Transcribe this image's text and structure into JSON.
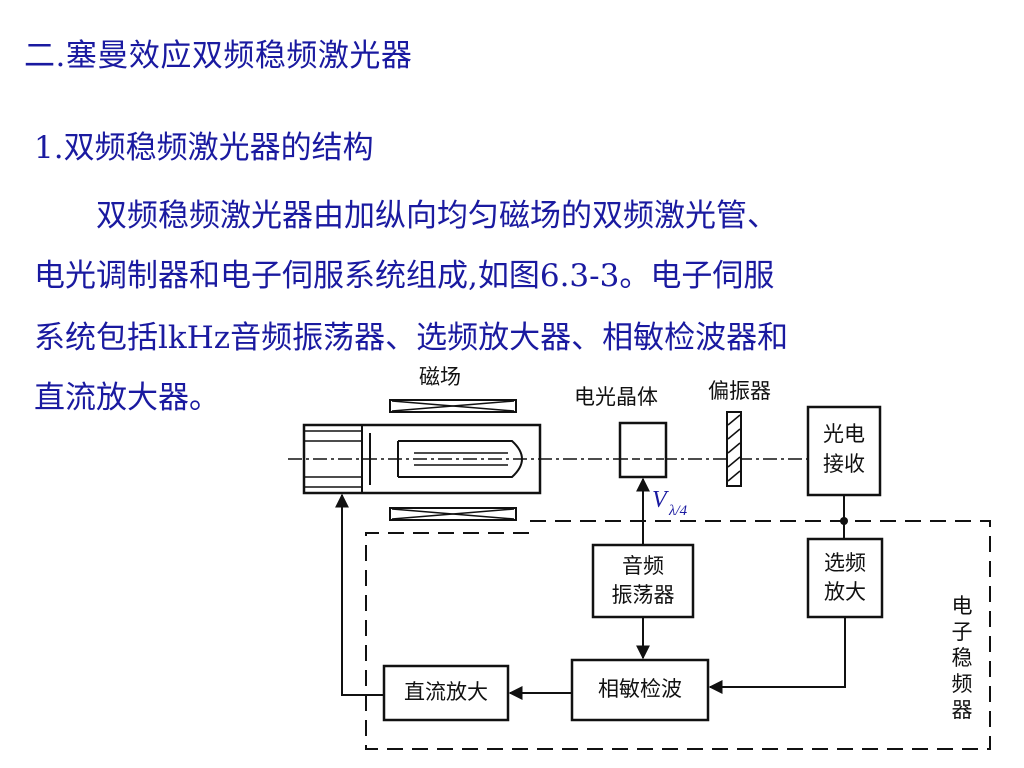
{
  "slide": {
    "title": "二.塞曼效应双频稳频激光器",
    "section_title": "1.双频稳频激光器的结构",
    "paragraph_lines": [
      "　　双频稳频激光器由加纵向均匀磁场的双频激光管、",
      "电光调制器和电子伺服系统组成,如图6.3-3。电子伺服",
      "系统包括lkHz音频振荡器、选频放大器、相敏检波器和",
      "直流放大器。"
    ]
  },
  "diagram": {
    "labels": {
      "magnetic_field": "磁场",
      "eo_crystal": "电光晶体",
      "polarizer": "偏振器",
      "v_symbol": "V",
      "v_subscript": "λ/4",
      "electronic_stabilizer": [
        "电",
        "子",
        "稳",
        "频",
        "器"
      ]
    },
    "blocks": {
      "photo_receiver": [
        "光电",
        "接收"
      ],
      "audio_oscillator": [
        "音频",
        "振荡器"
      ],
      "selective_amplifier": [
        "选频",
        "放大"
      ],
      "phase_detector": "相敏检波",
      "dc_amplifier": "直流放大"
    }
  }
}
